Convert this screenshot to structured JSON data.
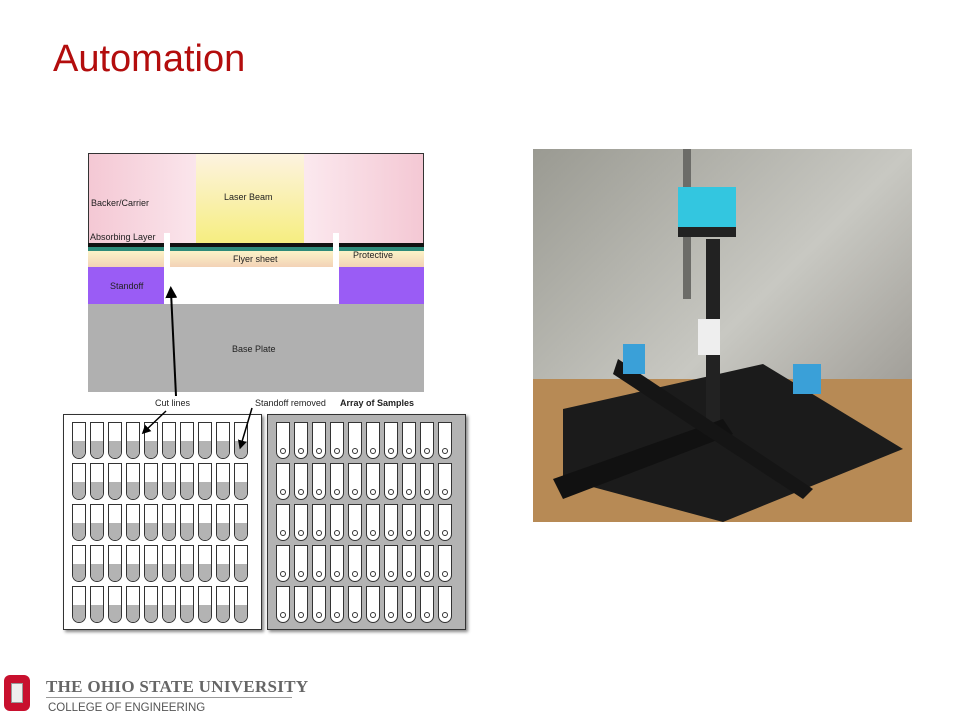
{
  "slide": {
    "title": "Automation"
  },
  "diagram": {
    "labels": {
      "backer": "Backer/Carrier",
      "laser": "Laser Beam",
      "absorbing": "Absorbing Layer",
      "flyer": "Flyer sheet",
      "protective": "Protective",
      "standoff": "Standoff",
      "base": "Base Plate",
      "cut_lines": "Cut lines",
      "standoff_removed": "Standoff removed",
      "array": "Array of Samples"
    },
    "array_rows": 5,
    "array_cols": 10
  },
  "footer": {
    "university": "THE OHIO STATE UNIVERSITY",
    "college": "COLLEGE OF ENGINEERING",
    "logo_letter": "O"
  },
  "colors": {
    "title": "#b30d0d",
    "standoff": "#9a5cf5",
    "base": "#b0b0b0",
    "teal": "#2e8b7a",
    "laser": "#f8f08a"
  }
}
